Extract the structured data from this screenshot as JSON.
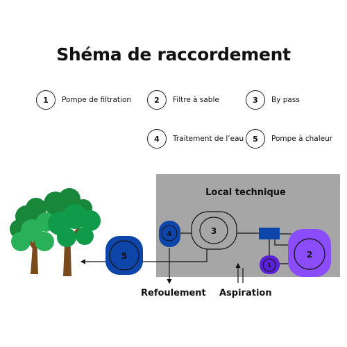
{
  "title": "Shéma de raccordement",
  "legend": [
    {
      "num": "1",
      "label": "Pompe de filtration"
    },
    {
      "num": "2",
      "label": "Filtre à sable"
    },
    {
      "num": "3",
      "label": "By pass"
    },
    {
      "num": "4",
      "label": "Traitement de l’eau"
    },
    {
      "num": "5",
      "label": "Pompe à chaleur"
    }
  ],
  "room": {
    "label": "Local technique",
    "color": "#a6a6a6"
  },
  "nodes": {
    "n1": {
      "label": "1",
      "color": "#5b21d6"
    },
    "n2": {
      "label": "2",
      "color": "#8b4dfb"
    },
    "n3": {
      "label": "3",
      "color": "#a6a6a6"
    },
    "n4": {
      "label": "4",
      "color": "#0e45a8"
    },
    "n5": {
      "label": "5",
      "color": "#0e45a8"
    },
    "valve": {
      "color": "#0e45a8"
    }
  },
  "labels": {
    "refoulement": "Refoulement",
    "aspiration": "Aspiration"
  },
  "trees": {
    "foliage_colors": [
      "#18873a",
      "#0f9b4a",
      "#2bb05a"
    ],
    "trunk_color": "#7a4a1c"
  }
}
